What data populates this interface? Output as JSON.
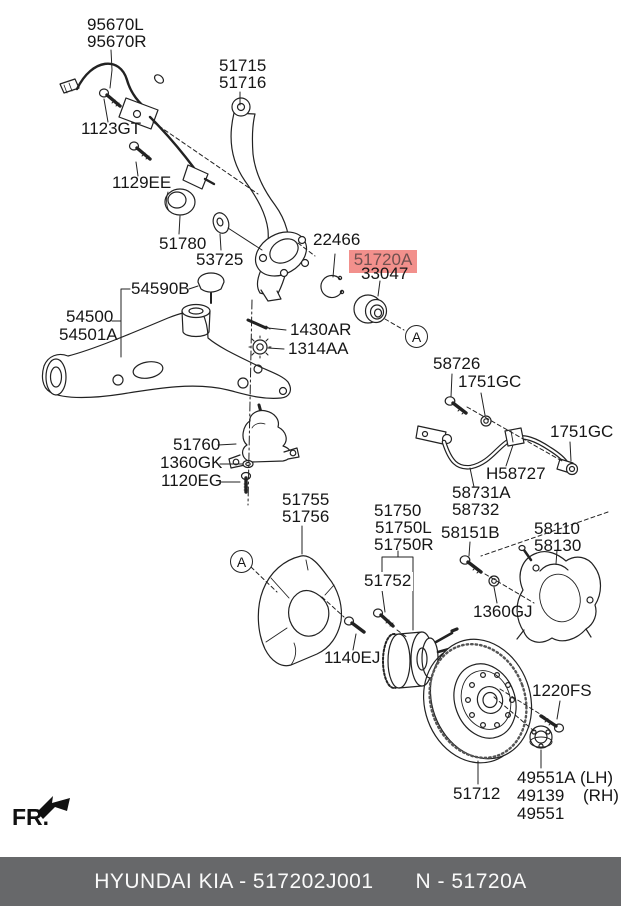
{
  "footer": {
    "brand_code": "HYUNDAI  KIA - 517202J001",
    "part_ref": "N - 51720A"
  },
  "orientation_label": "FR.",
  "marker_a": "A",
  "highlighted_part": {
    "number": "51720A",
    "companion": "33047"
  },
  "labels": {
    "l95670L": "95670L",
    "l95670R": "95670R",
    "l1123GT": "1123GT",
    "l1129EE": "1129EE",
    "l51715": "51715",
    "l51716": "51716",
    "l51780": "51780",
    "l53725": "53725",
    "l22466": "22466",
    "l54590B": "54590B",
    "l54500": "54500",
    "l54501A": "54501A",
    "l1430AR": "1430AR",
    "l1314AA": "1314AA",
    "l51760": "51760",
    "l1360GK": "1360GK",
    "l1120EG": "1120EG",
    "l58726": "58726",
    "l1751GC_a": "1751GC",
    "l1751GC_b": "1751GC",
    "lH58727": "H58727",
    "l58731A": "58731A",
    "l58732": "58732",
    "l58151B": "58151B",
    "l58110": "58110",
    "l58130": "58130",
    "l1360GJ": "1360GJ",
    "l51755": "51755",
    "l51756": "51756",
    "l51750": "51750",
    "l51750L": "51750L",
    "l51750R": "51750R",
    "l51752": "51752",
    "l1140EJ": "1140EJ",
    "l1220FS": "1220FS",
    "l51712": "51712",
    "l49551A": "49551A",
    "lLH": "(LH)",
    "l49139": "49139",
    "lRH": "(RH)",
    "l49551": "49551"
  },
  "colors": {
    "highlight_bg": "#f2908c",
    "highlight_text": "#70504f",
    "footer_bg": "#67686a",
    "footer_text": "#fafafa"
  }
}
